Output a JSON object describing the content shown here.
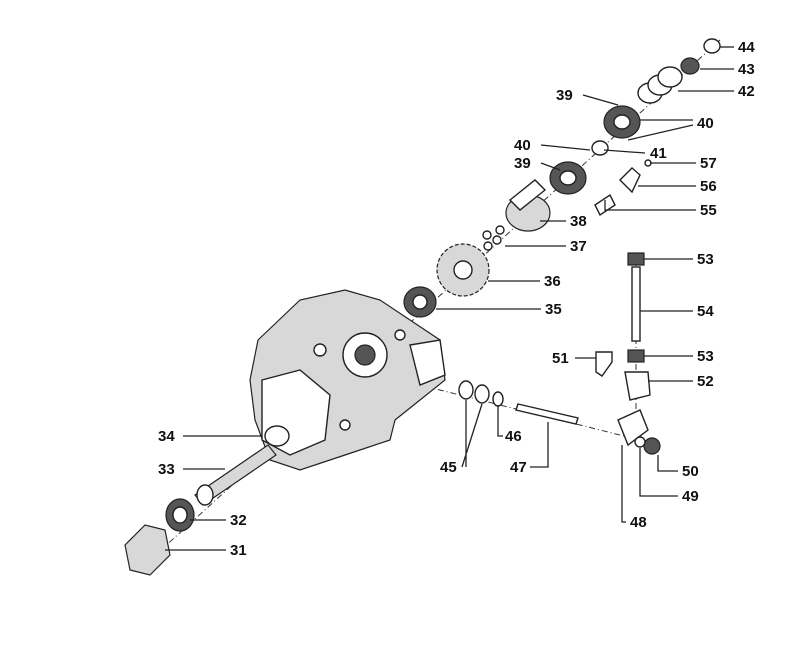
{
  "diagram": {
    "type": "exploded-parts-view",
    "callouts": [
      "44",
      "43",
      "42",
      "39",
      "40",
      "40",
      "41",
      "39",
      "57",
      "56",
      "55",
      "38",
      "37",
      "36",
      "35",
      "53",
      "54",
      "53",
      "51",
      "52",
      "34",
      "46",
      "45",
      "47",
      "50",
      "33",
      "49",
      "32",
      "48",
      "31"
    ]
  }
}
